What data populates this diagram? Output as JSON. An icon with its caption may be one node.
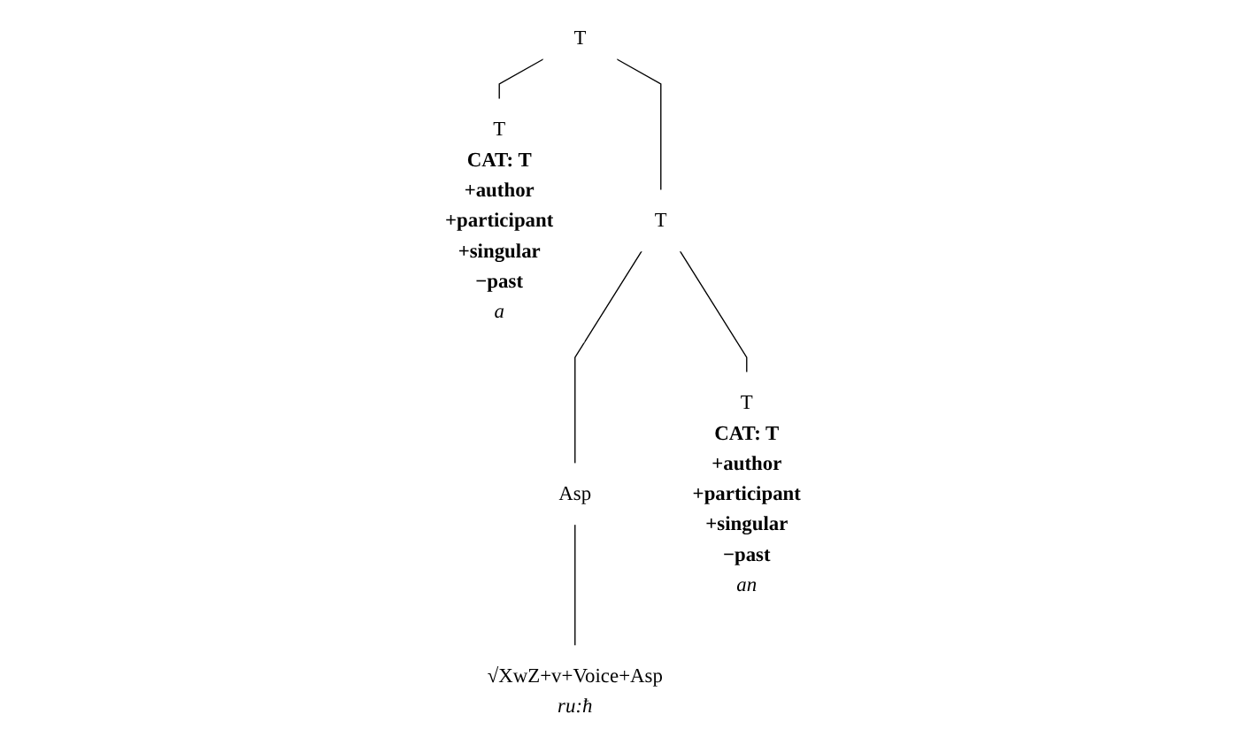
{
  "diagram": {
    "nodes": [
      {
        "text": [
          "T"
        ]
      },
      {
        "text": [
          "T",
          "CAT: T",
          "+author",
          "+participant",
          "+singular",
          "−past",
          "a"
        ]
      },
      {
        "text": [
          "T"
        ]
      },
      {
        "text": [
          "Asp"
        ]
      },
      {
        "text": [
          "T",
          "CAT: T",
          "+author",
          "+participant",
          "+singular",
          "−past",
          "an"
        ]
      },
      {
        "text": [
          "√XwZ+v+Voice+Asp",
          "ru:ħ"
        ]
      }
    ],
    "edges": [
      {
        "from": 0,
        "to": 1,
        "arrow": "none"
      },
      {
        "from": 0,
        "to": 2,
        "arrow": "none"
      },
      {
        "from": 2,
        "to": 3,
        "arrow": "none"
      },
      {
        "from": 2,
        "to": 4,
        "arrow": "none"
      },
      {
        "from": 3,
        "to": 5,
        "arrow": "none"
      }
    ]
  }
}
